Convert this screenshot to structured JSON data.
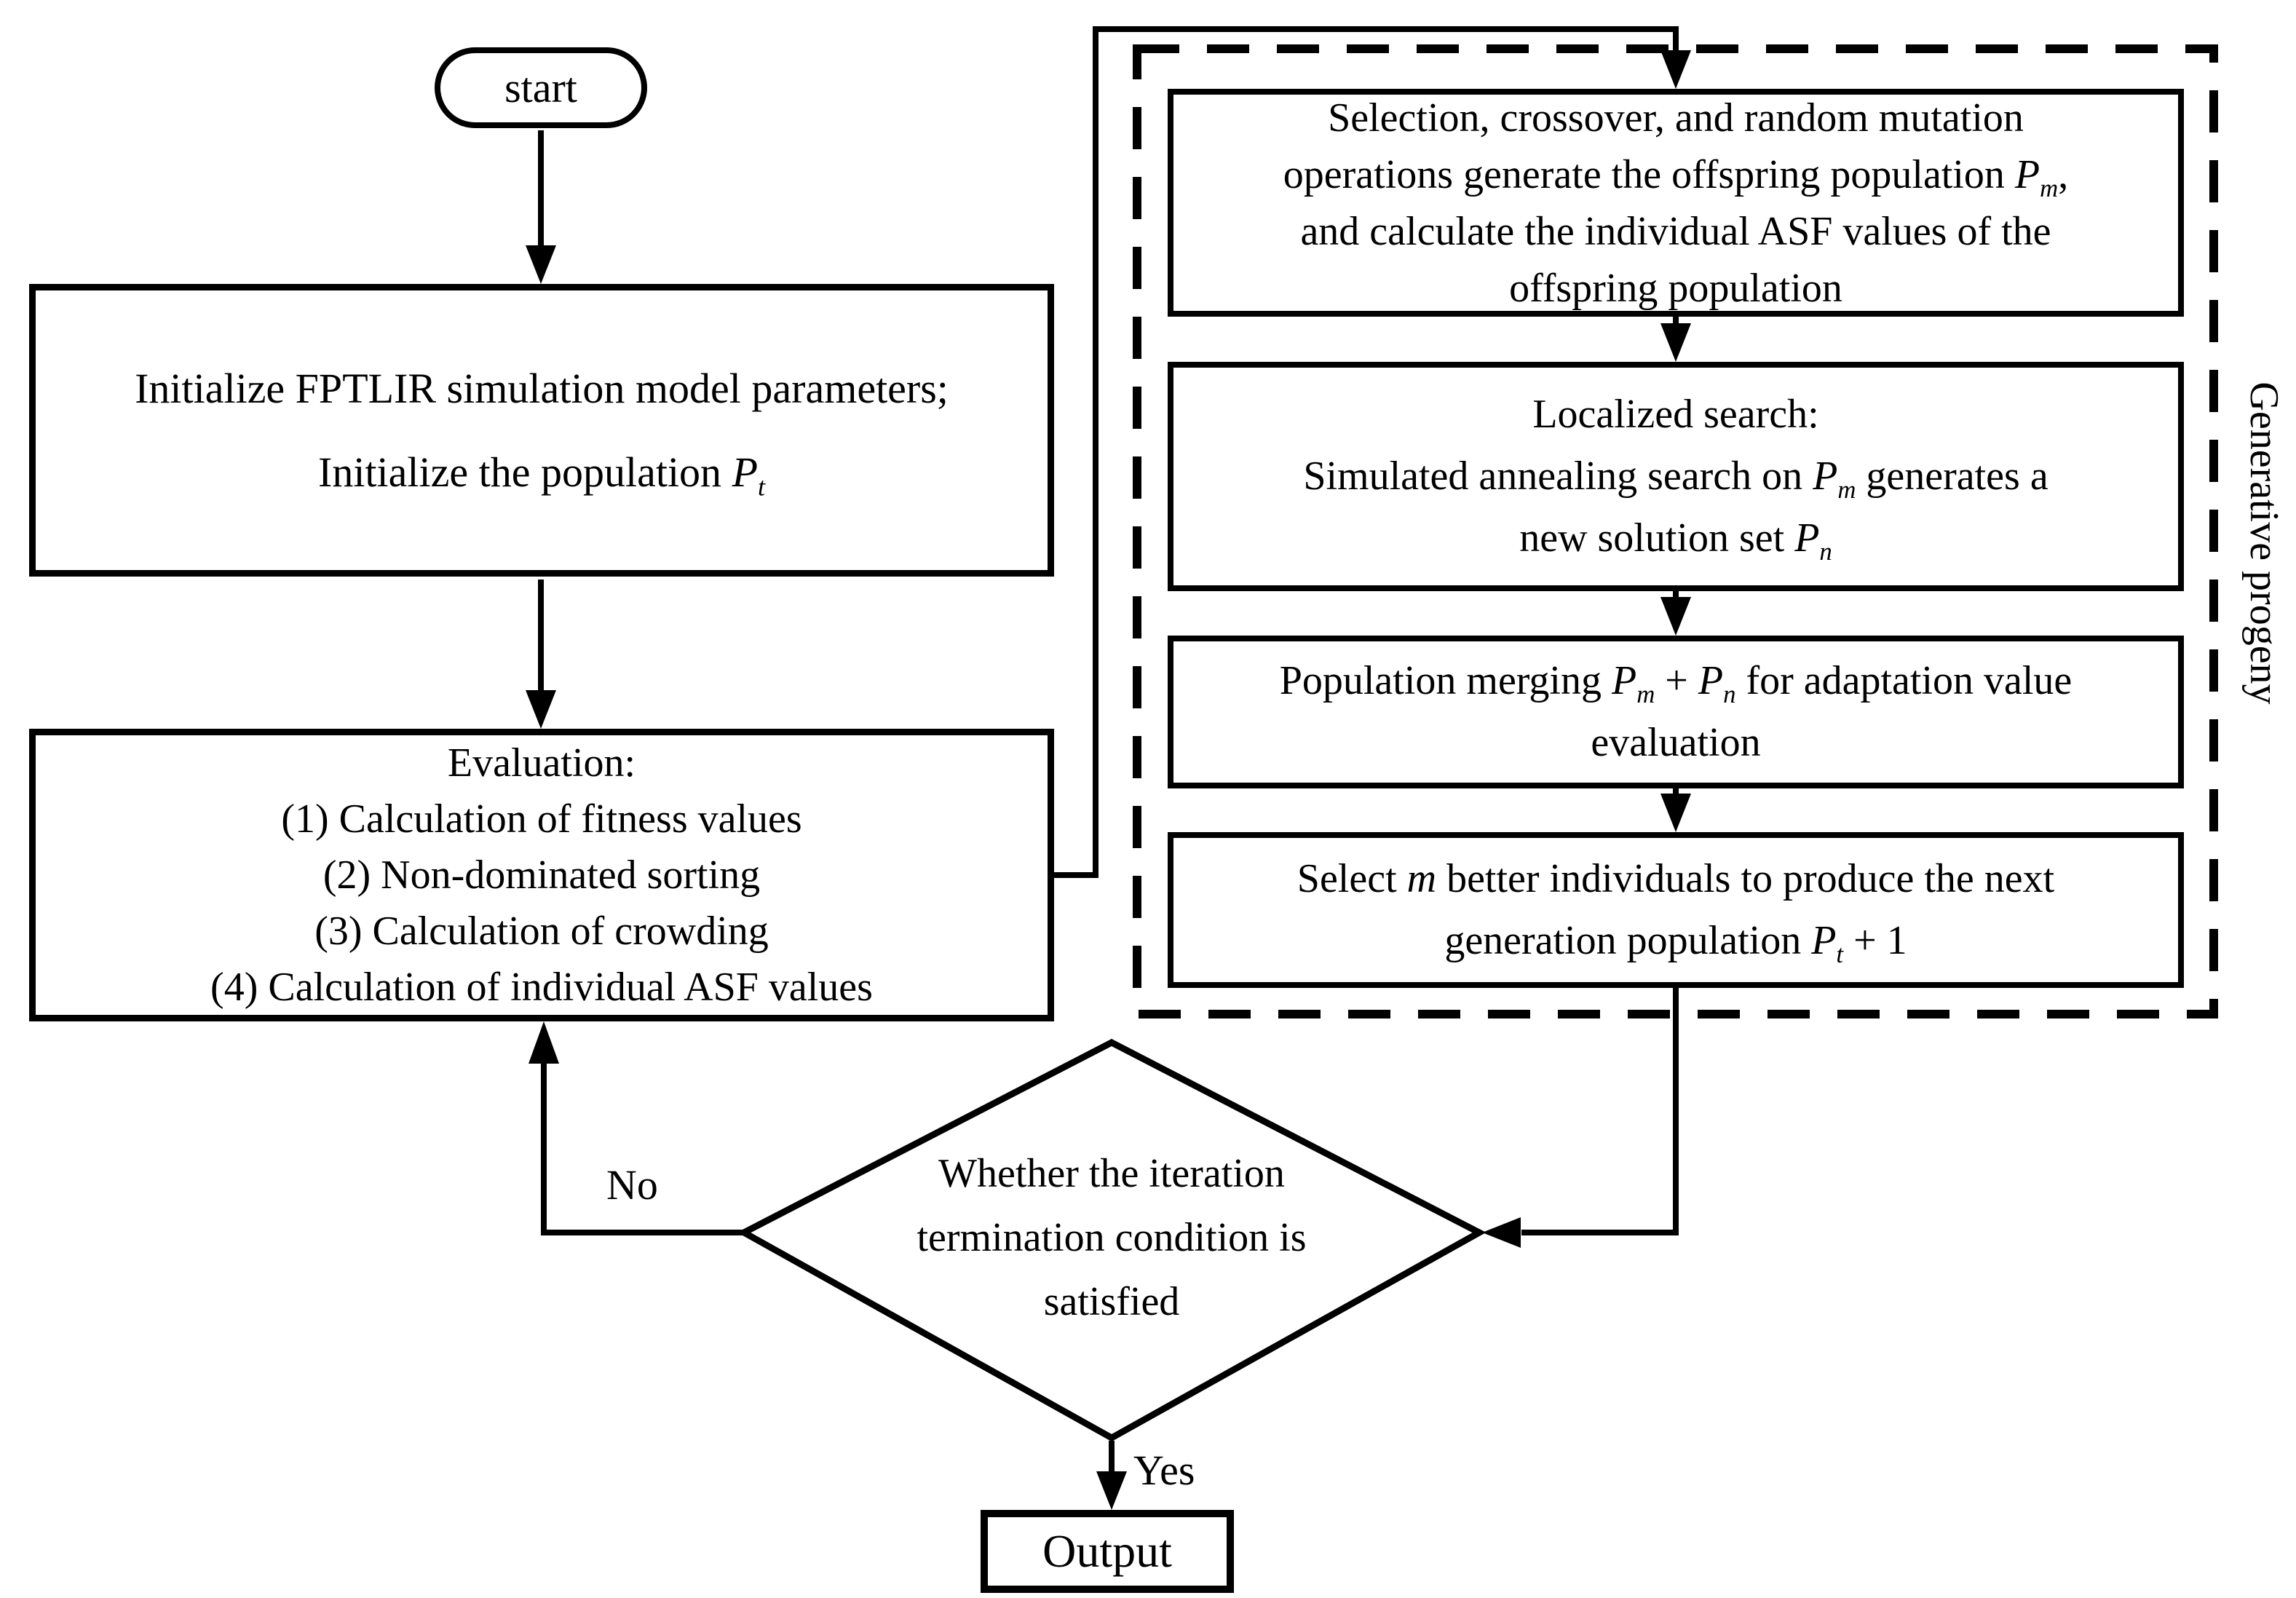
{
  "figure": {
    "background": "#ffffff",
    "stroke_color": "#000000",
    "text_color": "#000000"
  },
  "nodes": {
    "start": {
      "label": "start"
    },
    "init": {
      "lines": [
        [
          {
            "text": "Initialize FPTLIR simulation model parameters;"
          }
        ],
        [
          {
            "text": "Initialize the population "
          },
          {
            "text": "P",
            "italic": true
          },
          {
            "text": "t",
            "italic": true,
            "sub": true
          }
        ]
      ]
    },
    "evaluation": {
      "lines": [
        "Evaluation:",
        "(1) Calculation of fitness values",
        "(2) Non-dominated sorting",
        "(3) Calculation of crowding",
        "(4) Calculation of individual ASF values"
      ]
    },
    "offspring": {
      "lines": [
        [
          {
            "text": "Selection, crossover, and random mutation"
          }
        ],
        [
          {
            "text": "operations generate the offspring population "
          },
          {
            "text": "P",
            "italic": true
          },
          {
            "text": "m",
            "italic": true,
            "sub": true
          },
          {
            "text": ","
          }
        ],
        [
          {
            "text": "and calculate the individual ASF values of the"
          }
        ],
        [
          {
            "text": "offspring population"
          }
        ]
      ]
    },
    "localized_search": {
      "lines": [
        [
          {
            "text": "Localized search:"
          }
        ],
        [
          {
            "text": "Simulated annealing search on "
          },
          {
            "text": "P",
            "italic": true
          },
          {
            "text": "m",
            "italic": true,
            "sub": true
          },
          {
            "text": " generates a"
          }
        ],
        [
          {
            "text": "new solution set "
          },
          {
            "text": "P",
            "italic": true
          },
          {
            "text": "n",
            "italic": true,
            "sub": true
          }
        ]
      ]
    },
    "population_merging": {
      "lines": [
        [
          {
            "text": "Population merging "
          },
          {
            "text": "P",
            "italic": true
          },
          {
            "text": "m",
            "italic": true,
            "sub": true
          },
          {
            "text": " + "
          },
          {
            "text": "P",
            "italic": true
          },
          {
            "text": "n",
            "italic": true,
            "sub": true
          },
          {
            "text": " for adaptation value"
          }
        ],
        [
          {
            "text": "evaluation"
          }
        ]
      ]
    },
    "select_individuals": {
      "lines": [
        [
          {
            "text": "Select "
          },
          {
            "text": "m",
            "italic": true
          },
          {
            "text": " better individuals to produce the next"
          }
        ],
        [
          {
            "text": "generation population "
          },
          {
            "text": "P",
            "italic": true
          },
          {
            "text": "t",
            "italic": true,
            "sub": true
          },
          {
            "text": " + 1"
          }
        ]
      ]
    },
    "decision": {
      "lines": [
        "Whether the iteration",
        "termination condition is",
        "satisfied"
      ]
    },
    "output": {
      "label": "Output"
    }
  },
  "labels": {
    "no": "No",
    "yes": "Yes",
    "generative_progeny": "Generative progeny"
  }
}
